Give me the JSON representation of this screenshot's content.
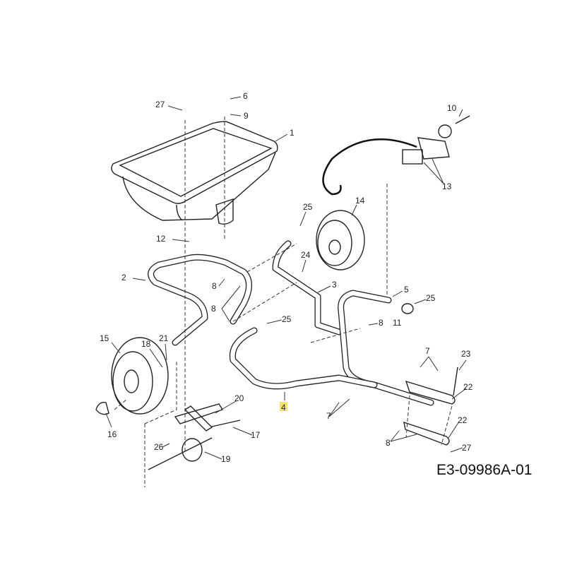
{
  "diagram": {
    "drawing_code": "E3-09986A-01",
    "highlight_color": "#f5e36a",
    "highlighted_part": "4",
    "callouts": [
      "27",
      "6",
      "9",
      "10",
      "1",
      "13",
      "14",
      "25",
      "12",
      "24",
      "2",
      "8",
      "3",
      "5",
      "25",
      "8",
      "25",
      "8",
      "11",
      "15",
      "18",
      "21",
      "7",
      "23",
      "22",
      "20",
      "4",
      "7",
      "17",
      "22",
      "16",
      "26",
      "8",
      "27",
      "19"
    ]
  }
}
